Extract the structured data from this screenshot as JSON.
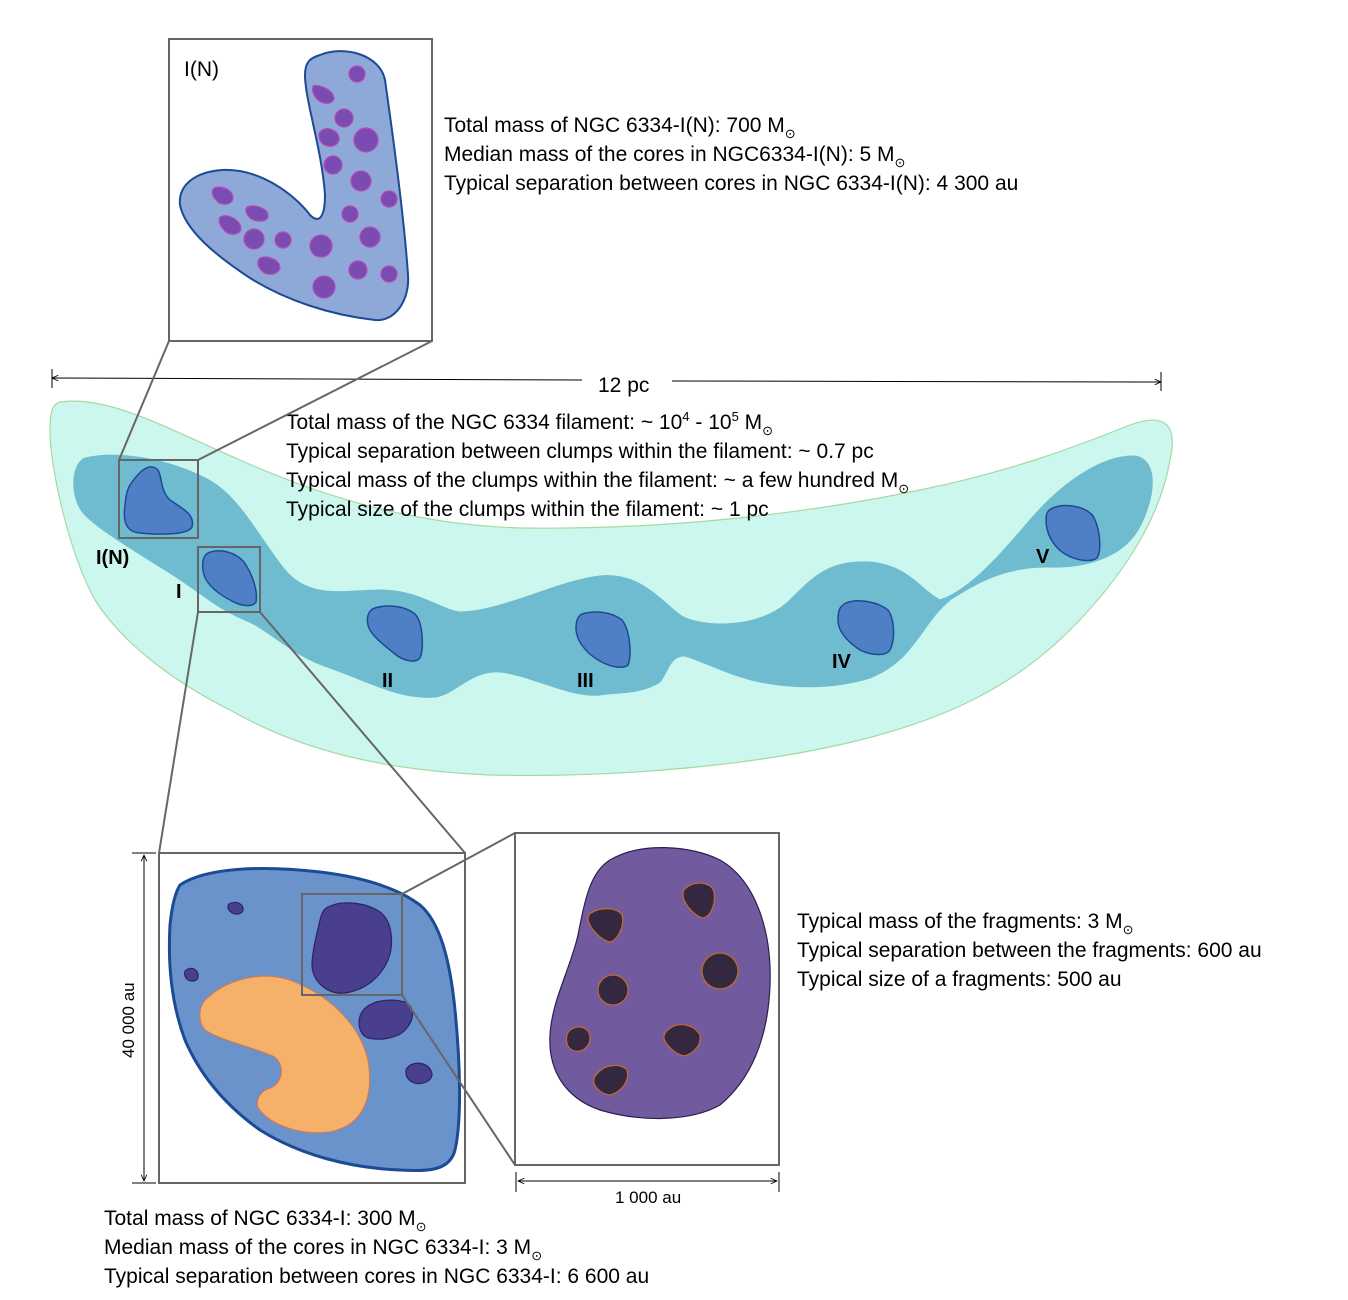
{
  "inset_IN": {
    "title": "I(N)",
    "stats": [
      {
        "text": "Total mass of NGC 6334-I(N): 700 M",
        "sub": "⊙"
      },
      {
        "text": "Median mass of the cores in NGC6334-I(N): 5 M",
        "sub": "⊙"
      },
      {
        "text": "Typical separation between cores in NGC 6334-I(N): 4 300 au",
        "sub": ""
      }
    ]
  },
  "filament": {
    "scale_label": "12 pc",
    "stats": {
      "line1_prefix": "Total mass of the NGC 6334 filament: ~ 10",
      "line1_sup1": "4",
      "line1_mid": " - 10",
      "line1_sup2": "5",
      "line1_suffix": " M",
      "line1_sub": "⊙",
      "line2": "Typical separation between clumps within the filament: ~ 0.7 pc",
      "line3": "Typical mass of the clumps within the filament: ~ a few hundred M",
      "line3_sub": "⊙",
      "line4": "Typical size of the clumps within the filament: ~ 1 pc"
    },
    "clump_labels": {
      "IN": "I(N)",
      "I": "I",
      "II": "II",
      "III": "III",
      "IV": "IV",
      "V": "V"
    }
  },
  "inset_I": {
    "height_label": "40 000 au",
    "stats": [
      {
        "text": "Total mass of NGC 6334-I: 300 M",
        "sub": "⊙"
      },
      {
        "text": "Median mass of the cores in NGC 6334-I: 3 M",
        "sub": "⊙"
      },
      {
        "text": "Typical separation between cores in NGC 6334-I: 6 600 au",
        "sub": ""
      }
    ]
  },
  "inset_fragments": {
    "width_label": "1 000 au",
    "stats": [
      {
        "text": "Typical mass of the fragments: 3 M",
        "sub": "⊙"
      },
      {
        "text": "Typical separation between the fragments: 600 au",
        "sub": ""
      },
      {
        "text": "Typical size  of a fragments: 500 au",
        "sub": ""
      }
    ]
  },
  "colors": {
    "outer_filament": "#ccf7ef",
    "inner_filament": "#6fbcd0",
    "clump": "#4f7fc4",
    "inset_IN_body": "#8ea8d8",
    "core_purple": "#7a4bb0",
    "inset_I_body": "#6a93cb",
    "orange_region": "#f5b06a",
    "dark_core": "#4a3e8e",
    "fragment_host": "#715a9e",
    "fragment": "#33283f"
  }
}
